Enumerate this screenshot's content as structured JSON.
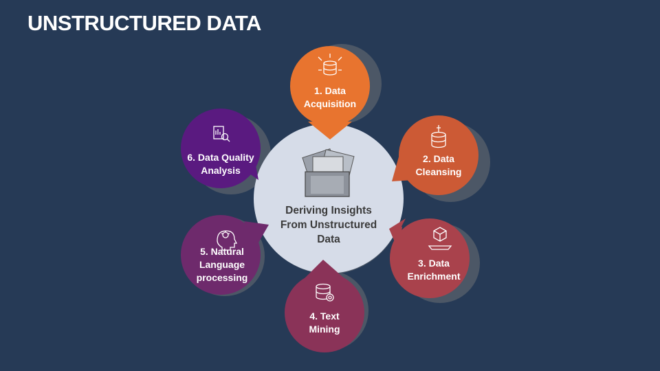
{
  "title": "UNSTRUCTURED DATA",
  "center": {
    "line1": "Deriving Insights",
    "line2": "From Unstructured",
    "line3": "Data"
  },
  "steps": [
    {
      "label": "1. Data\nAcquisition",
      "color": "#e8742f",
      "icon": "database-inbound-icon"
    },
    {
      "label": "2. Data\nCleansing",
      "color": "#cc5a35",
      "icon": "database-brush-icon"
    },
    {
      "label": "3. Data\nEnrichment",
      "color": "#a9424c",
      "icon": "cube-stand-icon"
    },
    {
      "label": "4. Text\nMining",
      "color": "#8a3358",
      "icon": "database-gear-icon"
    },
    {
      "label": "5.  Natural\nLanguage\nprocessing",
      "color": "#6e2a6c",
      "icon": "brain-head-icon"
    },
    {
      "label": "6. Data Quality\nAnalysis",
      "color": "#5a1a80",
      "icon": "report-magnifier-icon"
    }
  ],
  "colors": {
    "background": "#263a56",
    "center_fill": "#d6dce8",
    "shadow": "#4c5766"
  }
}
